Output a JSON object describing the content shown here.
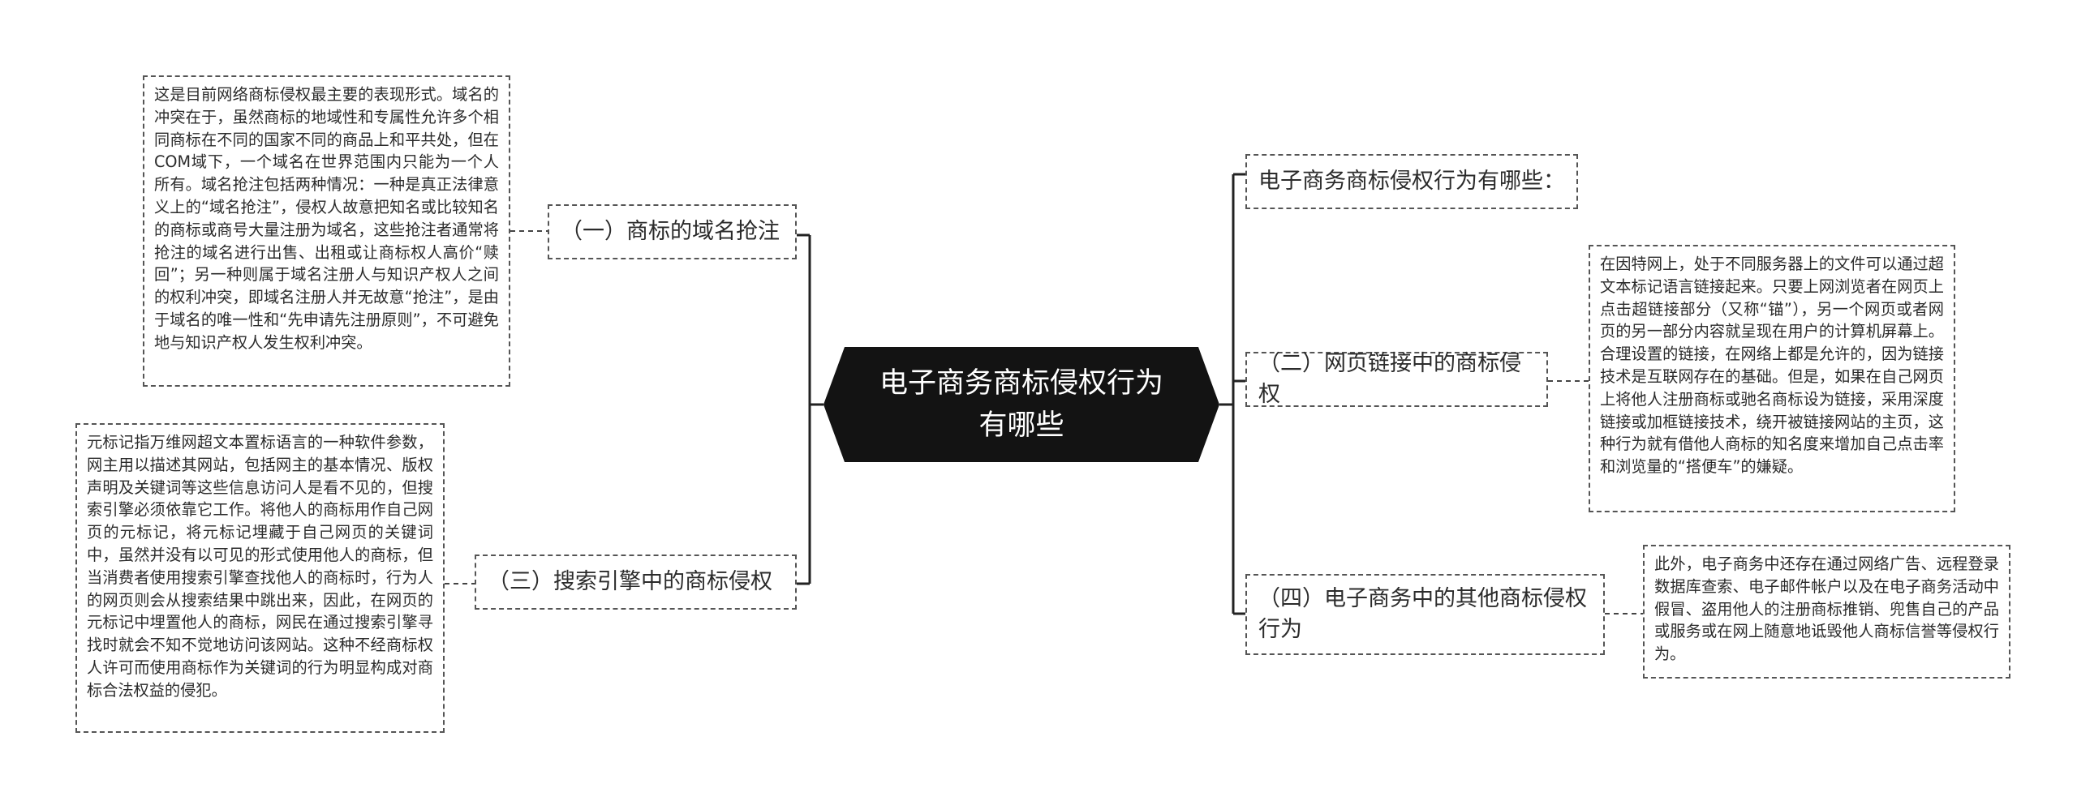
{
  "central_topic": "电子商务商标侵权行为有哪些",
  "branches": {
    "intro": {
      "label": "电子商务商标侵权行为有哪些："
    },
    "domain_squatting": {
      "label": "（一）商标的域名抢注",
      "note": "这是目前网络商标侵权最主要的表现形式。域名的冲突在于，虽然商标的地域性和专属性允许多个相同商标在不同的国家不同的商品上和平共处，但在COM域下，一个域名在世界范围内只能为一个人所有。域名抢注包括两种情况：一种是真正法律意义上的“域名抢注”，侵权人故意把知名或比较知名的商标或商号大量注册为域名，这些抢注者通常将抢注的域名进行出售、出租或让商标权人高价“赎回”；另一种则属于域名注册人与知识产权人之间的权利冲突，即域名注册人并无故意“抢注”，是由于域名的唯一性和“先申请先注册原则”，不可避免地与知识产权人发生权利冲突。"
    },
    "web_links": {
      "label": "（二）网页链接中的商标侵权",
      "note": "在因特网上，处于不同服务器上的文件可以通过超文本标记语言链接起来。只要上网浏览者在网页上点击超链接部分（又称“锚”），另一个网页或者网页的另一部分内容就呈现在用户的计算机屏幕上。合理设置的链接，在网络上都是允许的，因为链接技术是互联网存在的基础。但是，如果在自己网页上将他人注册商标或驰名商标设为链接，采用深度链接或加框链接技术，绕开被链接网站的主页，这种行为就有借他人商标的知名度来增加自己点击率和浏览量的“搭便车”的嫌疑。"
    },
    "search_engine": {
      "label": "（三）搜索引擎中的商标侵权",
      "note": "元标记指万维网超文本置标语言的一种软件参数，网主用以描述其网站，包括网主的基本情况、版权声明及关键词等这些信息访问人是看不见的，但搜索引擎必须依靠它工作。将他人的商标用作自己网页的元标记，将元标记埋藏于自己网页的关键词中，虽然并没有以可见的形式使用他人的商标，但当消费者使用搜索引擎查找他人的商标时，行为人的网页则会从搜索结果中跳出来，因此，在网页的元标记中埋置他人的商标，网民在通过搜索引擎寻找时就会不知不觉地访问该网站。这种不经商标权人许可而使用商标作为关键词的行为明显构成对商标合法权益的侵犯。"
    },
    "other": {
      "label": "（四）电子商务中的其他商标侵权行为",
      "note": "此外，电子商务中还存在通过网络广告、远程登录数据库查索、电子邮件帐户以及在电子商务活动中假冒、盗用他人的注册商标推销、兜售自己的产品或服务或在网上随意地诋毁他人商标信誉等侵权行为。"
    }
  },
  "colors": {
    "central_fill": "#131313",
    "central_text": "#ffffff",
    "border": "#555555",
    "connector": "#222222",
    "text": "#2b2b2b"
  }
}
